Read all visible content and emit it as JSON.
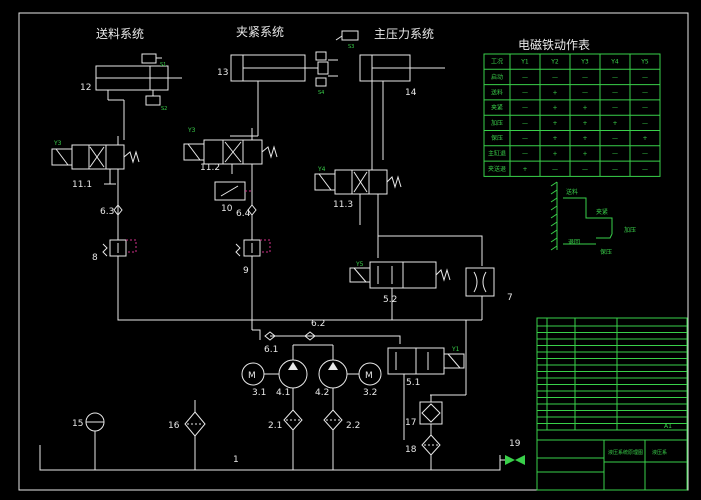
{
  "titles": {
    "feed_system": "送料系统",
    "clamp_system": "夹紧系统",
    "main_pressure_system": "主压力系统",
    "solenoid_table": "电磁铁动作表"
  },
  "component_labels": {
    "c12": "12",
    "c13": "13",
    "c14": "14",
    "c11_1": "11.1",
    "c11_2": "11.2",
    "c11_3": "11.3",
    "c6_3": "6.3",
    "c6_4": "6.4",
    "c6_1": "6.1",
    "c6_2": "6.2",
    "c10": "10",
    "c8": "8",
    "c9": "9",
    "c5_2": "5.2",
    "c5_1": "5.1",
    "c7": "7",
    "c3_1": "3.1",
    "c4_1": "4.1",
    "c4_2": "4.2",
    "c3_2": "3.2",
    "c2_1": "2.1",
    "c2_2": "2.2",
    "c1": "1",
    "c15": "15",
    "c16": "16",
    "c17": "17",
    "c18": "18",
    "c19": "19",
    "motor_1": "M",
    "motor_2": "M"
  },
  "valve_tags": {
    "y1": "Y1",
    "y2": "Y2",
    "y3": "Y3",
    "y4": "Y4",
    "y5": "Y5",
    "s1": "S1",
    "s2": "S2",
    "s3": "S3",
    "s4": "S4"
  },
  "table": {
    "headers": [
      "工况",
      "Y1",
      "Y2",
      "Y3",
      "Y4",
      "Y5"
    ],
    "rows": [
      [
        "启动",
        "—",
        "—",
        "—",
        "—",
        "—"
      ],
      [
        "送料",
        "—",
        "+",
        "—",
        "—",
        "—"
      ],
      [
        "夹紧",
        "—",
        "+",
        "+",
        "—",
        "—"
      ],
      [
        "加压",
        "—",
        "+",
        "+",
        "+",
        "—"
      ],
      [
        "保压",
        "—",
        "+",
        "+",
        "—",
        "+"
      ],
      [
        "主缸退",
        "—",
        "+",
        "+",
        "—",
        "—"
      ],
      [
        "夹送退",
        "+",
        "—",
        "—",
        "—",
        "—"
      ]
    ]
  },
  "cycle": {
    "feed": "送料",
    "clamp": "夹紧",
    "press": "加压",
    "retract": "退回",
    "hold": "保压"
  },
  "title_block": {
    "sheet": "A1",
    "drawing_name": "液压系统原理图",
    "part_no": "液压系"
  }
}
